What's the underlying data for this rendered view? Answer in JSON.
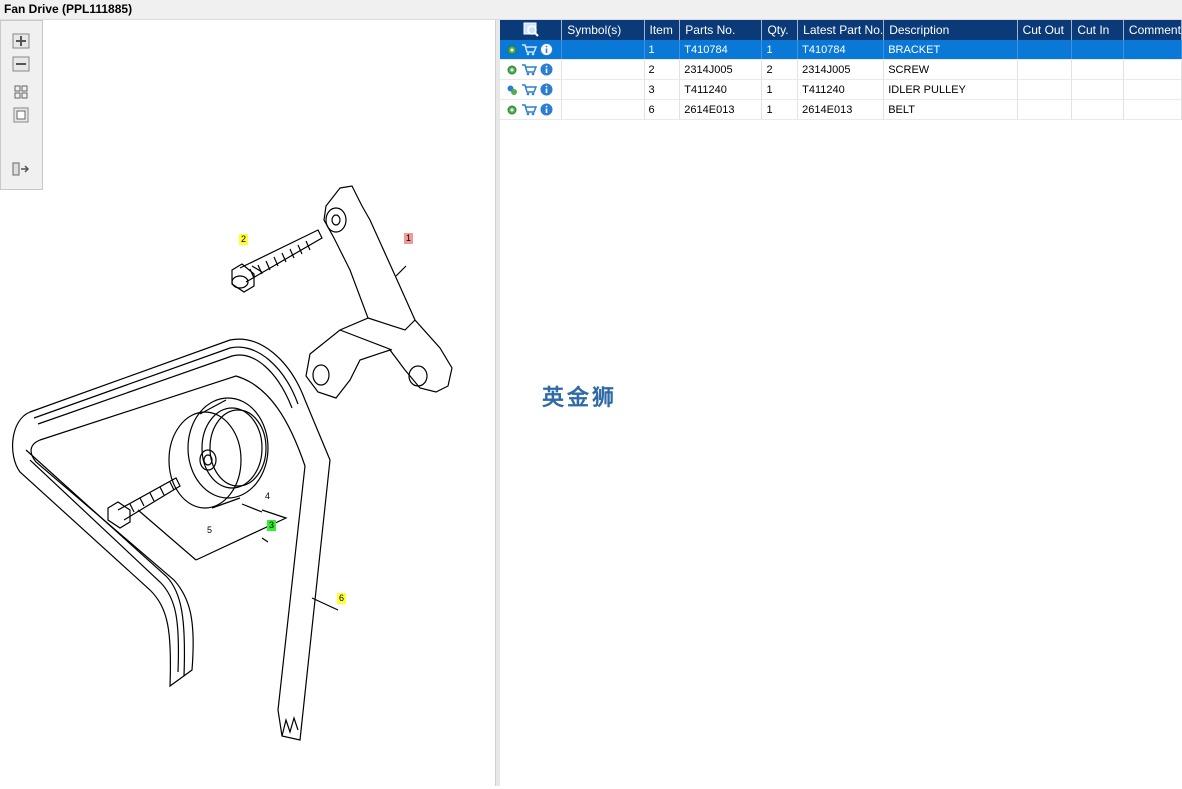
{
  "window": {
    "title": "Fan Drive (PPL111885)"
  },
  "diagram": {
    "callouts": [
      {
        "id": "1",
        "color": "#f29a9a"
      },
      {
        "id": "2",
        "color": "#ffff33"
      },
      {
        "id": "3",
        "color": "#33ee33"
      },
      {
        "id": "4",
        "color": ""
      },
      {
        "id": "5",
        "color": ""
      },
      {
        "id": "6",
        "color": "#ffff33"
      }
    ]
  },
  "zoom_toolbar": {
    "icons": [
      "zoom-in-icon",
      "zoom-out-icon",
      "fit-all-icon",
      "fit-window-icon",
      "panel-toggle-icon"
    ]
  },
  "parts_table": {
    "columns": [
      "Symbol(s)",
      "Item",
      "Parts No.",
      "Qty.",
      "Latest Part No.",
      "Description",
      "Cut Out",
      "Cut In",
      "Comment"
    ],
    "rows": [
      {
        "item": "1",
        "part_no": "T410784",
        "qty": "1",
        "latest": "T410784",
        "description": "BRACKET",
        "selected": true
      },
      {
        "item": "2",
        "part_no": "2314J005",
        "qty": "2",
        "latest": "2314J005",
        "description": "SCREW"
      },
      {
        "item": "3",
        "part_no": "T411240",
        "qty": "1",
        "latest": "T411240",
        "description": "IDLER PULLEY"
      },
      {
        "item": "6",
        "part_no": "2614E013",
        "qty": "1",
        "latest": "2614E013",
        "description": "BELT"
      }
    ]
  },
  "watermark": {
    "text": "英金狮"
  },
  "colors": {
    "header_bg": "#0a3b78",
    "selected_row": "#0a78d7",
    "gear_green": "#4caf50",
    "cart_blue": "#2a7fd0"
  }
}
